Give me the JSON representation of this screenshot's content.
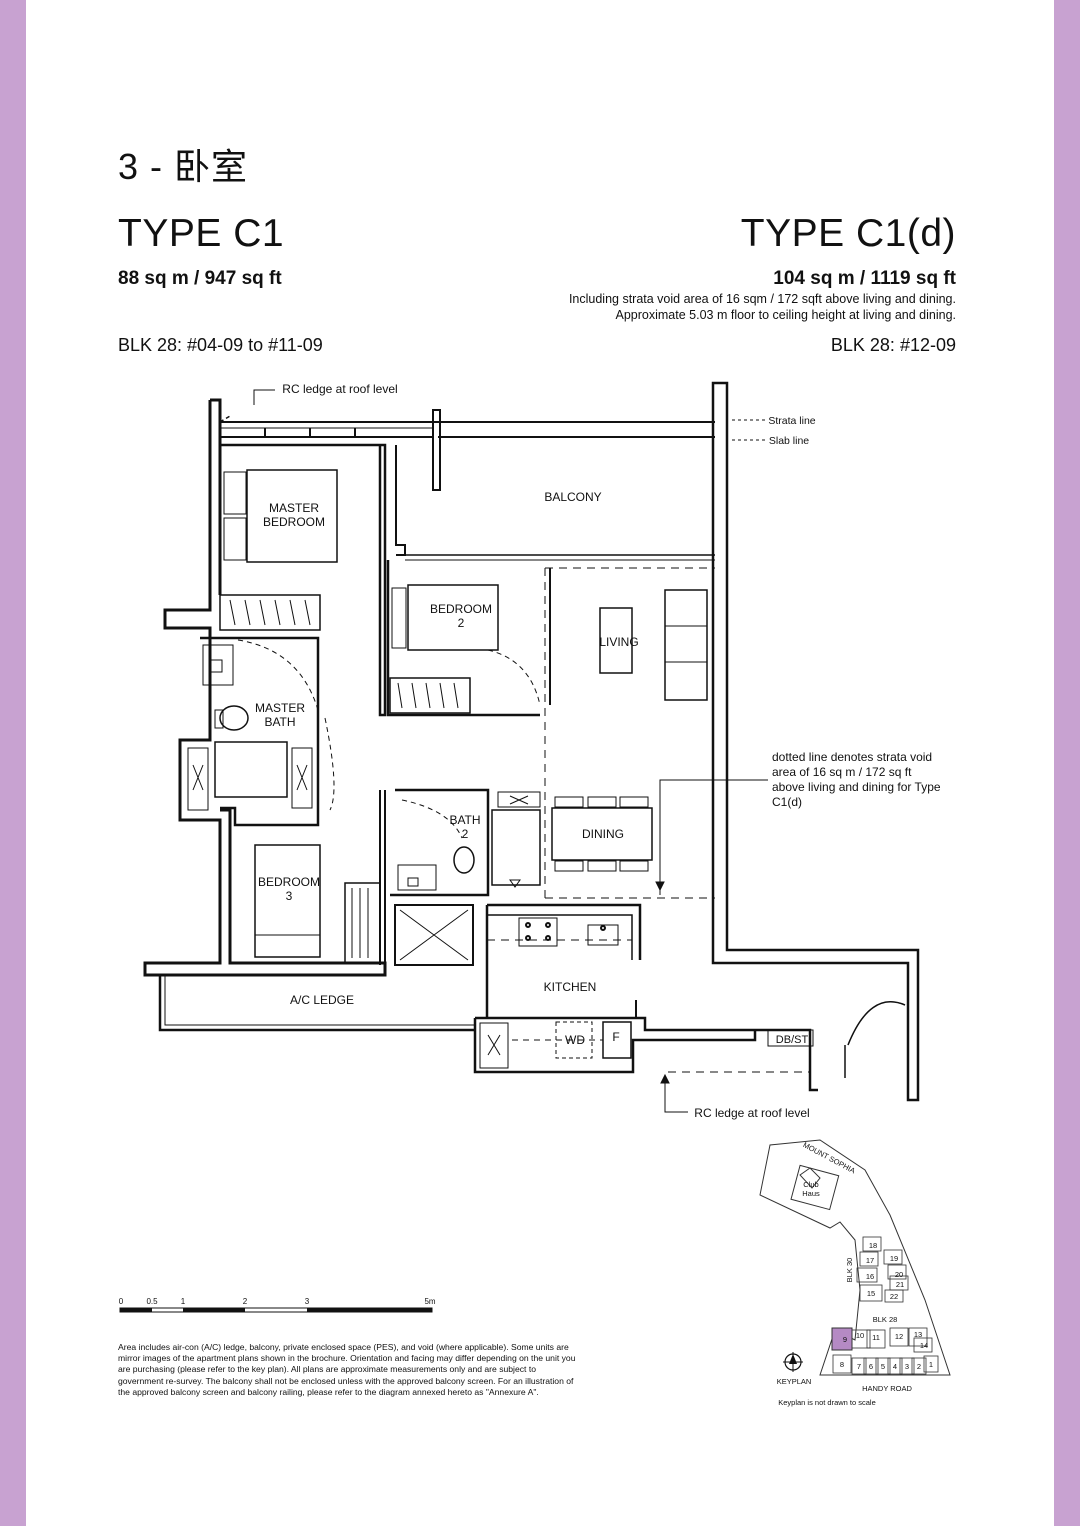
{
  "header": {
    "category": "3 - 卧室",
    "left": {
      "type": "TYPE C1",
      "area": "88 sq m / 947 sq ft",
      "block": "BLK 28: #04-09 to #11-09"
    },
    "right": {
      "type": "TYPE C1(d)",
      "area": "104 sq m / 1119 sq ft",
      "note1": "Including strata void area of 16 sqm / 172 sqft above living and dining.",
      "note2": "Approximate 5.03 m floor to ceiling height at living and dining.",
      "block": "BLK 28: #12-09"
    }
  },
  "plan": {
    "labels": {
      "rc_ledge_roof_top": "RC ledge at roof level",
      "strata_line": "Strata line",
      "slab_line": "Slab line",
      "balcony": "BALCONY",
      "master_bedroom_1": "MASTER",
      "master_bedroom_2": "BEDROOM",
      "bedroom2_1": "BEDROOM",
      "bedroom2_2": "2",
      "living": "LIVING",
      "master_bath_1": "MASTER",
      "master_bath_2": "BATH",
      "bath2_1": "BATH",
      "bath2_2": "2",
      "dining": "DINING",
      "bedroom3_1": "BEDROOM",
      "bedroom3_2": "3",
      "ac_ledge": "A/C LEDGE",
      "kitchen": "KITCHEN",
      "wd": "WD",
      "fridge": "F",
      "dbst": "DB/ST",
      "rc_ledge_roof_bottom": "RC ledge at roof level",
      "void_note_1": "dotted line denotes strata void",
      "void_note_2": "area of 16 sq m / 172 sq ft",
      "void_note_3": "above living and dining for Type",
      "void_note_4": "C1(d)"
    }
  },
  "scale_bar": {
    "ticks": [
      "0",
      "0.5",
      "1",
      "2",
      "3",
      "5m"
    ]
  },
  "keyplan": {
    "mount_sophia": "MOUNT SOPHIA",
    "club_1": "Club",
    "club_2": "Haus",
    "blk30": "BLK 30",
    "blk28": "BLK 28",
    "handy_road": "HANDY ROAD",
    "label": "KEYPLAN",
    "note": "Keyplan is not drawn to scale",
    "units": [
      "18",
      "17",
      "19",
      "16",
      "20",
      "21",
      "15",
      "22",
      "9",
      "10",
      "11",
      "12",
      "13",
      "14",
      "8",
      "7",
      "6",
      "5",
      "4",
      "3",
      "2",
      "1"
    ],
    "highlight_color": "#b58ac4"
  },
  "disclaimer": "Area includes air-con (A/C) ledge, balcony, private enclosed space (PES), and void (where applicable). Some units are mirror images of the apartment plans shown in the brochure. Orientation and facing may differ depending on the unit you are purchasing (please refer to the key plan). All plans are approximate measurements only and are subject to government re-survey. The balcony shall not be enclosed unless with the approved balcony screen. For an illustration of the approved balcony screen and balcony railing, please refer to the diagram annexed hereto as \"Annexure A\"."
}
